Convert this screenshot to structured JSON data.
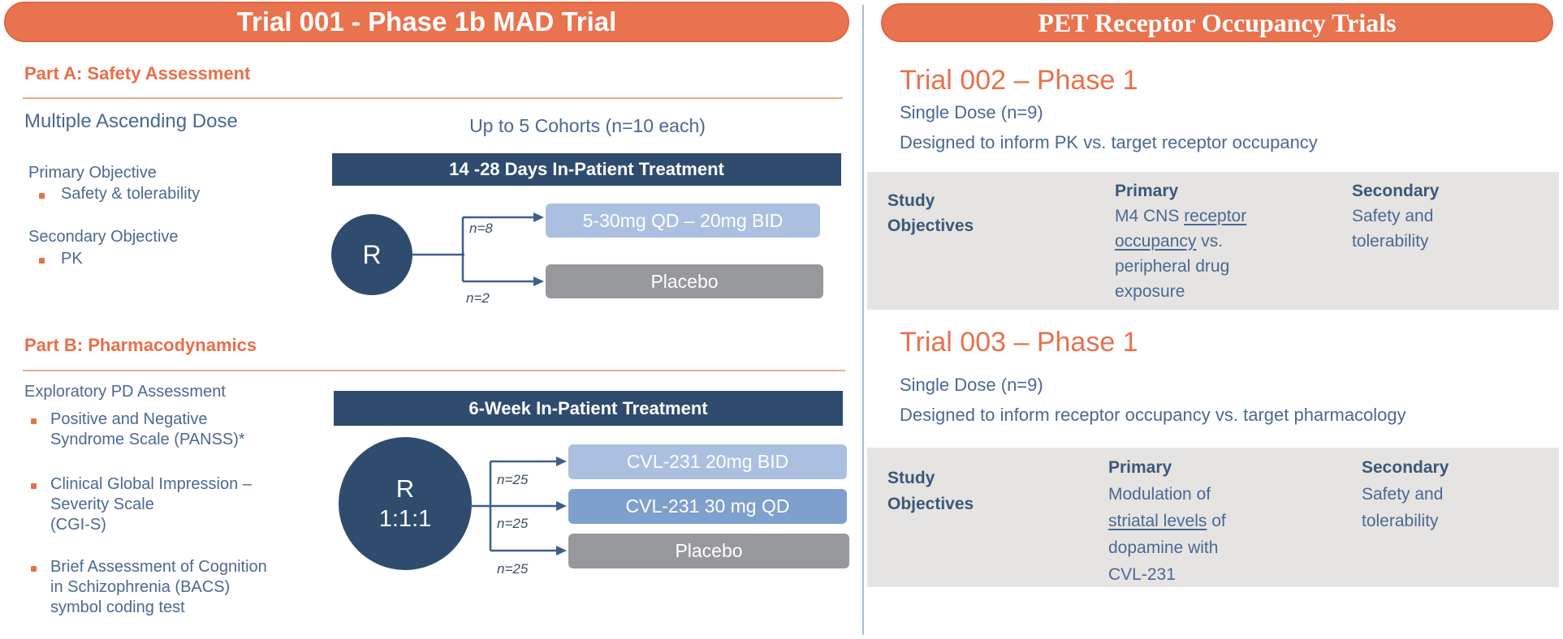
{
  "colors": {
    "accent_orange": "#E8734E",
    "orange_heading": "#E96E48",
    "orange_underline": "#F3A98C",
    "navy": "#2F4C6E",
    "steel_text": "#4C6892",
    "table_header_text": "#3C5878",
    "light_blue_box": "#ABC0E1",
    "mid_blue_box": "#7FA0CC",
    "gray_box": "#96989B",
    "table_background": "#E5E4E2",
    "divider": "#A9BFD2",
    "connector": "#3E5E8C"
  },
  "left": {
    "title": "Trial 001 - Phase 1b MAD Trial",
    "part_a": {
      "heading": "Part A: Safety Assessment",
      "subtitle": "Multiple Ascending Dose",
      "objectives": [
        {
          "label": "Primary Objective",
          "bullets": [
            "Safety & tolerability"
          ]
        },
        {
          "label": "Secondary Objective",
          "bullets": [
            "PK"
          ]
        }
      ],
      "cohorts_note": "Up to 5 Cohorts (n=10 each)",
      "treatment_bar": "14 -28 Days In-Patient Treatment",
      "randomization": "R",
      "arms": [
        {
          "n": "n=8",
          "label": "5-30mg QD – 20mg BID"
        },
        {
          "n": "n=2",
          "label": "Placebo"
        }
      ]
    },
    "part_b": {
      "heading": "Part B: Pharmacodynamics",
      "subtitle": "Exploratory PD Assessment",
      "assessments": [
        {
          "lines": [
            "Positive and Negative",
            "Syndrome Scale (PANSS)*"
          ]
        },
        {
          "lines": [
            "Clinical Global Impression –",
            "Severity Scale",
            "(CGI-S)"
          ]
        },
        {
          "lines": [
            "Brief Assessment of Cognition",
            "in Schizophrenia (BACS)",
            "symbol coding test"
          ]
        }
      ],
      "treatment_bar": "6-Week In-Patient Treatment",
      "randomization": "R",
      "ratio": "1:1:1",
      "arms": [
        {
          "n": "n=25",
          "label": "CVL-231 20mg BID"
        },
        {
          "n": "n=25",
          "label": "CVL-231 30 mg QD"
        },
        {
          "n": "n=25",
          "label": "Placebo"
        }
      ]
    }
  },
  "right": {
    "title": "PET Receptor Occupancy Trials",
    "trials": [
      {
        "heading": "Trial 002 – Phase 1",
        "dose": "Single Dose (n=9)",
        "description": "Designed to inform PK vs. target receptor occupancy",
        "table": {
          "row_label_line1": "Study",
          "row_label_line2": "Objectives",
          "primary_label": "Primary",
          "primary_line1_plain": "M4 CNS ",
          "primary_line1_underlined": "receptor",
          "primary_line2_underlined": "occupancy",
          "primary_line2_plain": " vs.",
          "primary_line3": "peripheral drug",
          "primary_line4": "exposure",
          "secondary_label": "Secondary",
          "secondary_line1": "Safety and",
          "secondary_line2": "tolerability"
        }
      },
      {
        "heading": "Trial 003 – Phase 1",
        "dose": "Single Dose (n=9)",
        "description": "Designed to inform receptor occupancy vs. target pharmacology",
        "table": {
          "row_label_line1": "Study",
          "row_label_line2": "Objectives",
          "primary_label": "Primary",
          "primary_line1": "Modulation of",
          "primary_line2_underlined": "striatal levels",
          "primary_line2_plain": " of",
          "primary_line3": "dopamine with",
          "primary_line4": "CVL-231",
          "secondary_label": "Secondary",
          "secondary_line1": "Safety and",
          "secondary_line2": "tolerability"
        }
      }
    ]
  }
}
